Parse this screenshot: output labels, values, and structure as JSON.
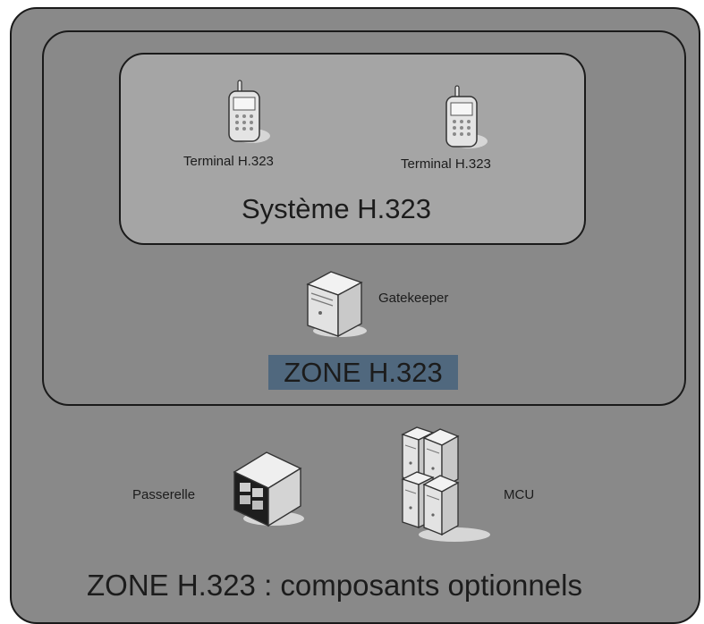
{
  "systeme": {
    "title": "Système H.323",
    "terminals": [
      {
        "label": "Terminal H.323"
      },
      {
        "label": "Terminal H.323"
      }
    ]
  },
  "zone": {
    "gatekeeper_label": "Gatekeeper",
    "title": "ZONE H.323"
  },
  "optional": {
    "passerelle_label": "Passerelle",
    "mcu_label": "MCU",
    "title": "ZONE H.323 : composants optionnels"
  }
}
